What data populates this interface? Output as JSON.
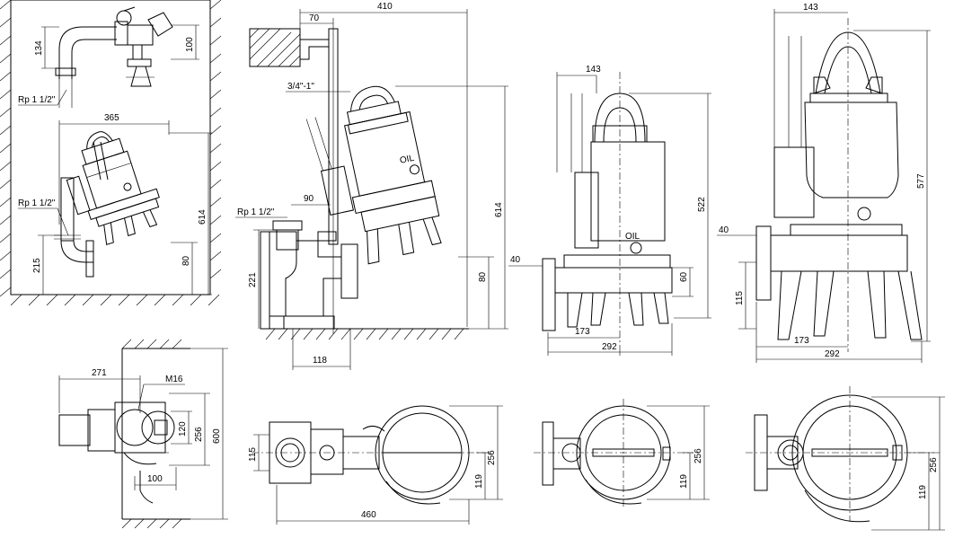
{
  "labels": {
    "v134": "134",
    "v100a": "100",
    "rp1": "Rp 1 1/2\"",
    "v365": "365",
    "rp2": "Rp 1 1/2\"",
    "v614a": "614",
    "v80a": "80",
    "v215": "215",
    "v70": "70",
    "v410": "410",
    "v34": "3/4\"-1\"",
    "v90": "90",
    "rp3": "Rp 1 1/2\"",
    "v614b": "614",
    "v221": "221",
    "v80b": "80",
    "v118": "118",
    "v143a": "143",
    "v522": "522",
    "v40a": "40",
    "v60": "60",
    "v173a": "173",
    "v292a": "292",
    "v143b": "143",
    "v577": "577",
    "v40b": "40",
    "v115a": "115",
    "v173b": "173",
    "v292b": "292",
    "v271": "271",
    "m16": "M16",
    "v120": "120",
    "v256a": "256",
    "v600": "600",
    "v100b": "100",
    "v115b": "115",
    "v256b": "256",
    "v119a": "119",
    "v460": "460",
    "v256c": "256",
    "v119b": "119",
    "v256d": "256",
    "v119c": "119",
    "oil1": "OIL",
    "oil2": "OIL"
  }
}
